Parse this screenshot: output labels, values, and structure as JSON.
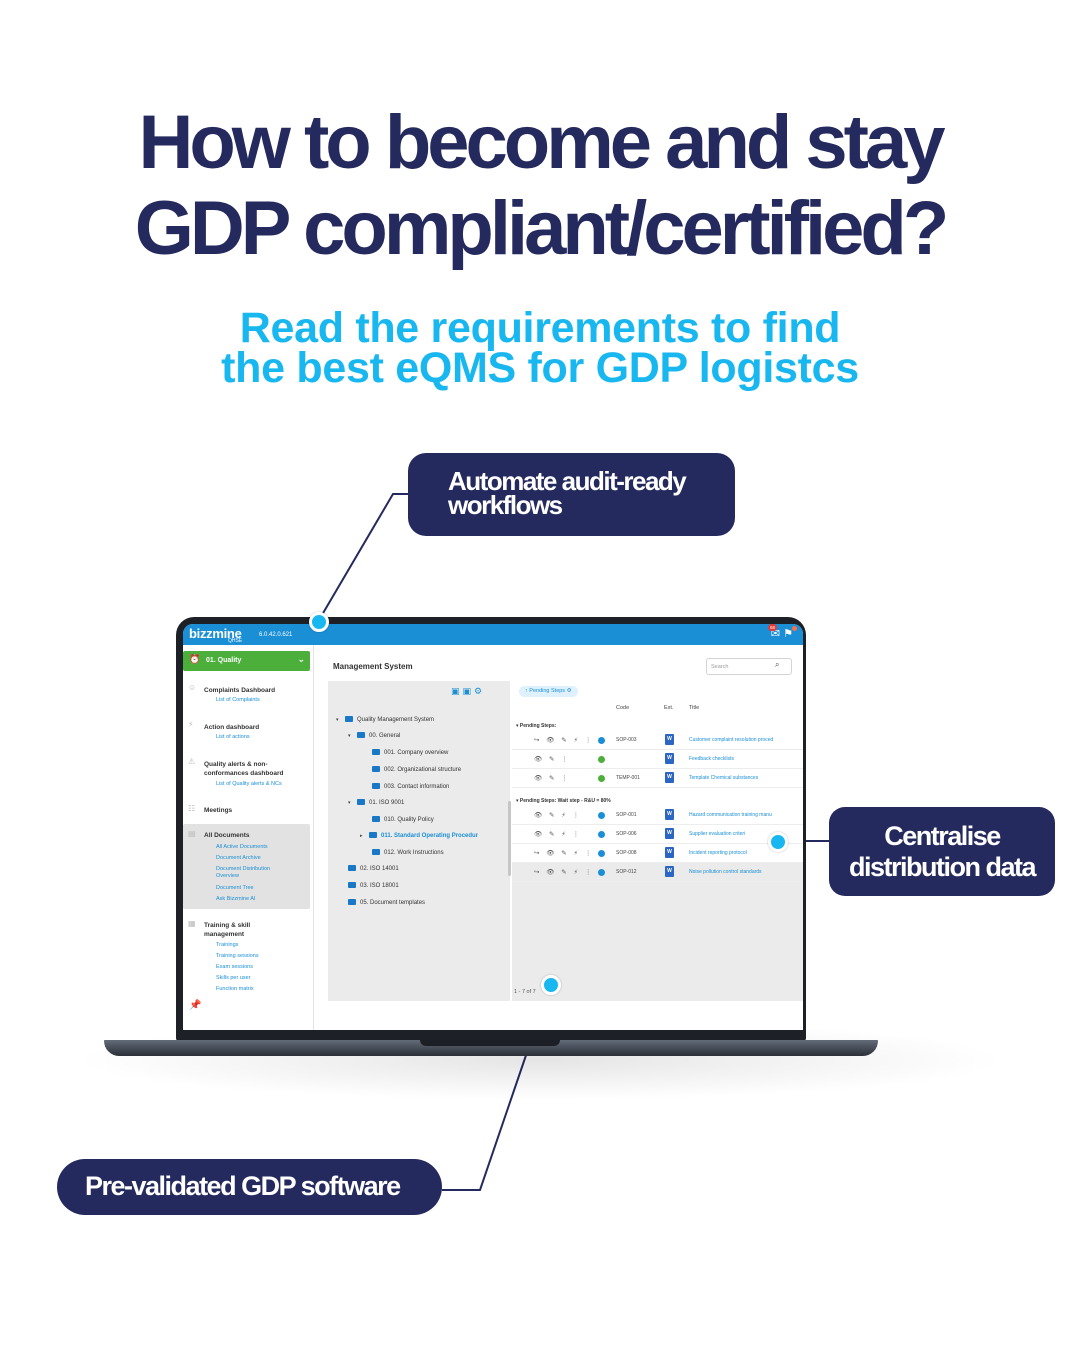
{
  "headline": {
    "line1": "How to become and stay",
    "line2": "GDP compliant/certified?"
  },
  "subheadline": {
    "line1": "Read the requirements to find",
    "line2": "the best eQMS for GDP logistcs"
  },
  "callouts": {
    "audit": {
      "line1": "Automate audit-ready",
      "line2": "workflows"
    },
    "distribution": {
      "line1": "Centralise",
      "line2": "distribution data"
    },
    "software": "Pre-validated GDP software"
  },
  "app": {
    "logo": "bizzmine",
    "logo_sub": "QHSE",
    "version": "6.0.42.0.621",
    "notification_count": "68",
    "module": "01. Quality",
    "sidebar": {
      "sections": [
        {
          "icon": "complaints-icon",
          "title": "Complaints Dashboard",
          "links": [
            "List of Complaints"
          ]
        },
        {
          "icon": "action-icon",
          "title": "Action dashboard",
          "links": [
            "List of actions"
          ]
        },
        {
          "icon": "alert-icon",
          "title_line1": "Quality alerts & non-",
          "title_line2": "conformances dashboard",
          "links": [
            "List of Quality alerts & NCs"
          ]
        },
        {
          "icon": "meetings-icon",
          "title": "Meetings",
          "links": []
        },
        {
          "icon": "documents-icon",
          "title": "All Documents",
          "links": [
            "All Active Documents",
            "Document Archive",
            "Document Distribution",
            "Overview",
            "Document Tree",
            "Ask Bizzmine AI"
          ]
        },
        {
          "icon": "training-icon",
          "title_line1": "Training & skill",
          "title_line2": "management",
          "links": [
            "Trainings",
            "Training sessions",
            "Exam sessions",
            "Skills per user",
            "Function matrix"
          ]
        }
      ]
    },
    "main": {
      "title": "Management System",
      "search_placeholder": "Search",
      "tree": [
        {
          "label": "Quality Management System",
          "level": 0
        },
        {
          "label": "00. General",
          "level": 1
        },
        {
          "label": "001. Company overview",
          "level": 2
        },
        {
          "label": "002. Organizational structure",
          "level": 2
        },
        {
          "label": "003. Contact information",
          "level": 2
        },
        {
          "label": "01. ISO 9001",
          "level": 1
        },
        {
          "label": "010. Quality Policy",
          "level": 2
        },
        {
          "label": "011. Standard Operating Procedur",
          "level": 2
        },
        {
          "label": "012. Work Instructions",
          "level": 2
        },
        {
          "label": "02. ISO 14001",
          "level": 1
        },
        {
          "label": "03. ISO 18001",
          "level": 1
        },
        {
          "label": "05. Document templates",
          "level": 1
        }
      ],
      "pill": "Pending Steps",
      "columns": {
        "code": "Code",
        "ext": "Ext.",
        "title": "Title"
      },
      "groups": [
        "Pending Steps:",
        "Pending Steps: Wait step - R&U = 80%"
      ],
      "rows": [
        {
          "acts": "↪ 👁 ✎ ⚡ ⋮",
          "status": "#1a8fd6",
          "code": "SOP-003",
          "title": "Customer complaint resolution proced"
        },
        {
          "acts": "👁 ✎ ⋮",
          "status": "#4caf3c",
          "code": "",
          "title": "Feedback checklists"
        },
        {
          "acts": "👁 ✎ ⋮",
          "status": "#4caf3c",
          "code": "TEMP-001",
          "title": "Template Chemical substances"
        },
        {
          "acts": "👁 ✎ ⚡ ⋮",
          "status": "#1a8fd6",
          "code": "SOP-001",
          "title": "Hazard communication training manu"
        },
        {
          "acts": "👁 ✎ ⚡ ⋮",
          "status": "#1a8fd6",
          "code": "SOP-006",
          "title": "Supplier evaluation criteri"
        },
        {
          "acts": "↪ 👁 ✎ ⚡ ⋮",
          "status": "#1a8fd6",
          "code": "SOP-008",
          "title": "Incident reporting protocol"
        },
        {
          "acts": "↪ 👁 ✎ ⚡ ⋮",
          "status": "#1a8fd6",
          "code": "SOP-012",
          "title": "Noise pollution control standards"
        }
      ],
      "ext_badge": "W",
      "pager": "1 - 7 of 7"
    }
  },
  "colors": {
    "navy": "#252a5e",
    "accent": "#19b7f0",
    "app_blue": "#1a8fd6",
    "module_green": "#4caf3c"
  }
}
